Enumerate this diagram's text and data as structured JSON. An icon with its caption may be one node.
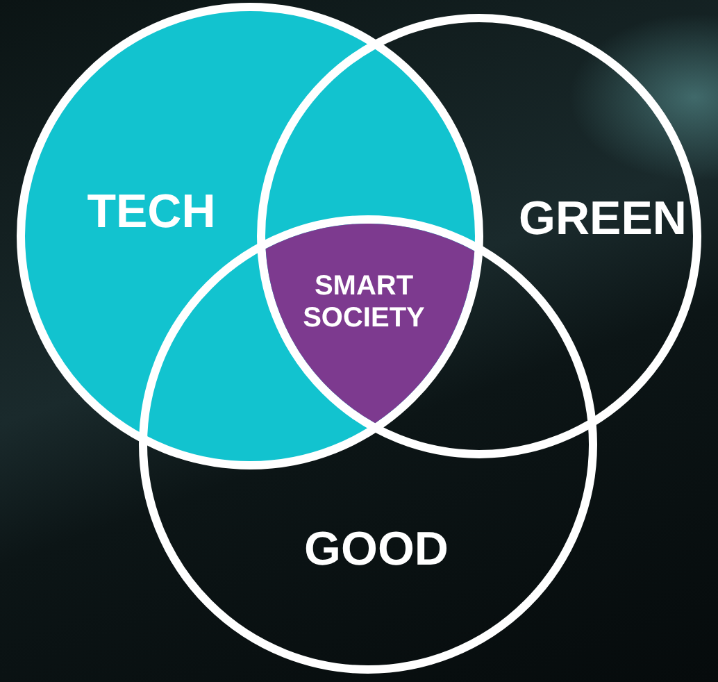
{
  "diagram": {
    "nodes": [
      {
        "text": [
          "TECH"
        ]
      },
      {
        "text": [
          "GREEN"
        ]
      },
      {
        "text": [
          "GOOD"
        ]
      },
      {
        "text": [
          "SMART SOCIETY"
        ]
      }
    ]
  }
}
